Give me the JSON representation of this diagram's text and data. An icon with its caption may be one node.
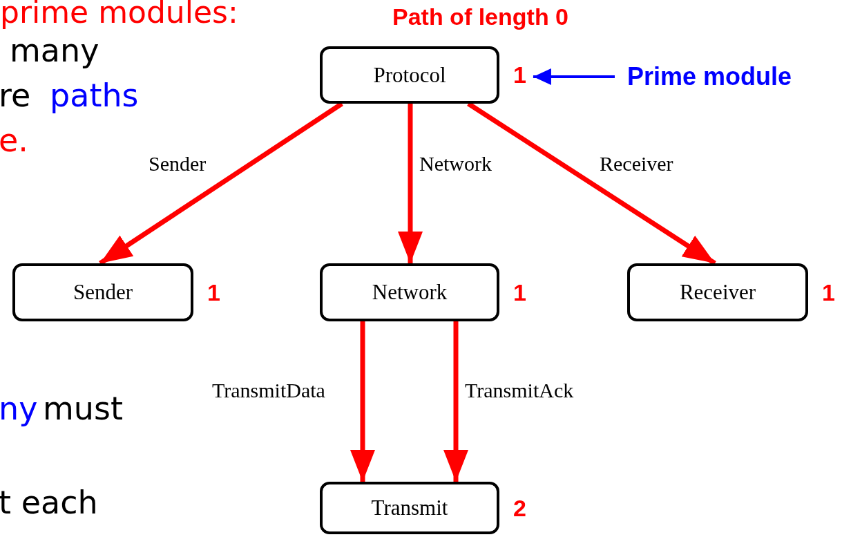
{
  "diagram": {
    "nodes": [
      {
        "text": [
          "Protocol"
        ],
        "beside": [
          "1"
        ]
      },
      {
        "text": [
          "Sender"
        ],
        "beside": [
          "1"
        ]
      },
      {
        "text": [
          "Network"
        ],
        "beside": [
          "1"
        ]
      },
      {
        "text": [
          "Receiver"
        ],
        "beside": [
          "1"
        ]
      },
      {
        "text": [
          "Transmit"
        ],
        "beside": [
          "2"
        ]
      },
      {
        "text": [
          "Prime module"
        ]
      }
    ],
    "edges": [
      {
        "from": 0,
        "to": 1,
        "arrow": "to",
        "label": "Sender"
      },
      {
        "from": 0,
        "to": 2,
        "arrow": "to",
        "label": "Network"
      },
      {
        "from": 0,
        "to": 3,
        "arrow": "to",
        "label": "Receiver"
      },
      {
        "from": 2,
        "to": 4,
        "arrow": "to",
        "label": "TransmitData"
      },
      {
        "from": 2,
        "to": 4,
        "arrow": "to",
        "label": "TransmitAck"
      },
      {
        "from": 5,
        "to": 0,
        "arrow": "to",
        "color": "#0000ff"
      }
    ],
    "labels": [
      "prime modules:",
      "many",
      "re",
      "paths",
      "e.",
      "ny",
      "must",
      "t each",
      "Path of length 0"
    ]
  }
}
